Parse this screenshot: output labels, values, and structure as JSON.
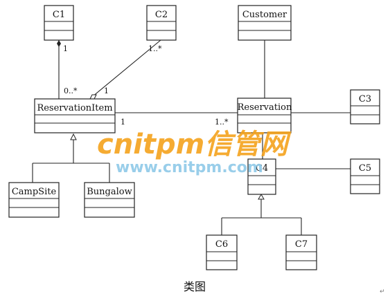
{
  "diagram": {
    "classes": {
      "c1": "C1",
      "c2": "C2",
      "customer": "Customer",
      "reservation_item": "ReservationItem",
      "reservation": "Reservation",
      "c3": "C3",
      "campsite": "CampSite",
      "bungalow": "Bungalow",
      "c4": "C4",
      "c5": "C5",
      "c6": "C6",
      "c7": "C7"
    },
    "multiplicities": {
      "c1_end": "1",
      "c2_end": "1..*",
      "ri_to_c1": "0..*",
      "ri_to_c2": "1",
      "ri_to_res": "1",
      "res_to_ri": "1..*"
    },
    "caption": "类图"
  },
  "watermark": {
    "logo": "cnitpm信管网",
    "url": "www.cnitpm.com"
  },
  "corner_mark": "↵"
}
